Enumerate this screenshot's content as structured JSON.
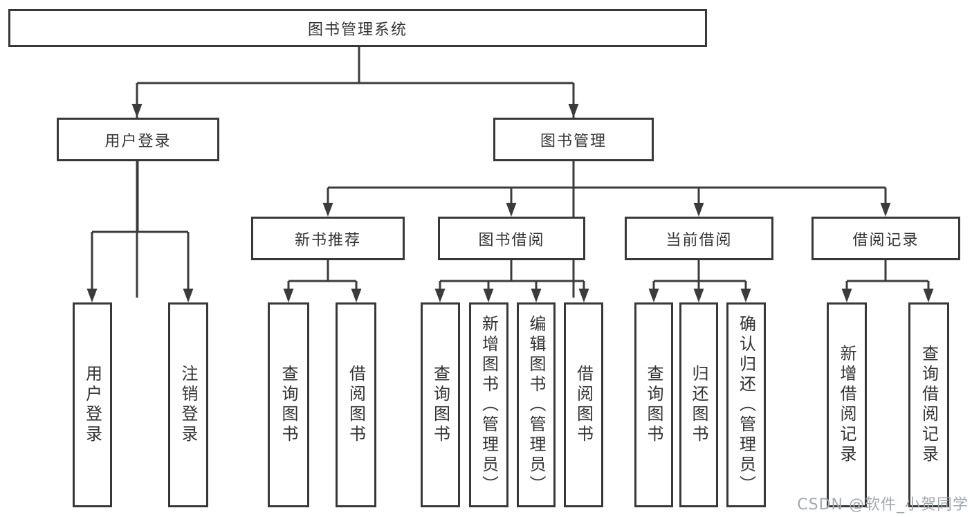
{
  "diagram": {
    "type": "tree",
    "title": "图书管理系统",
    "nodes": {
      "root": "图书管理系统",
      "user_login": "用户登录",
      "book_mgmt": "图书管理",
      "new_book": "新书推荐",
      "book_borrow": "图书借阅",
      "current_borrow": "当前借阅",
      "borrow_record": "借阅记录",
      "l4_user_login": "用户登录",
      "l4_logout": "注销登录",
      "l4_query_book_1": "查询图书",
      "l4_borrow_book_1": "借阅图书",
      "l4_query_book_2": "查询图书",
      "l4_add_book": "新增图书（管理员）",
      "l4_edit_book": "编辑图书（管理员）",
      "l4_borrow_book_2": "借阅图书",
      "l4_query_book_3": "查询图书",
      "l4_return_book": "归还图书",
      "l4_confirm_return": "确认归还（管理员）",
      "l4_add_record": "新增借阅记录",
      "l4_query_record": "查询借阅记录"
    },
    "hierarchy": [
      {
        "parent": "图书管理系统",
        "children": [
          "用户登录",
          "图书管理"
        ]
      },
      {
        "parent": "用户登录",
        "children": [
          "用户登录",
          "注销登录"
        ]
      },
      {
        "parent": "图书管理",
        "children": [
          "新书推荐",
          "图书借阅",
          "当前借阅",
          "借阅记录"
        ]
      },
      {
        "parent": "新书推荐",
        "children": [
          "查询图书",
          "借阅图书"
        ]
      },
      {
        "parent": "图书借阅",
        "children": [
          "查询图书",
          "新增图书（管理员）",
          "编辑图书（管理员）",
          "借阅图书"
        ]
      },
      {
        "parent": "当前借阅",
        "children": [
          "查询图书",
          "归还图书",
          "确认归还（管理员）"
        ]
      },
      {
        "parent": "借阅记录",
        "children": [
          "新增借阅记录",
          "查询借阅记录"
        ]
      }
    ]
  },
  "watermark": "CSDN @软件_小贺同学",
  "colors": {
    "line": "#3b3b3b",
    "border": "#383838",
    "text": "#333333",
    "watermark": "#a2a8ae",
    "background": "#ffffff"
  }
}
